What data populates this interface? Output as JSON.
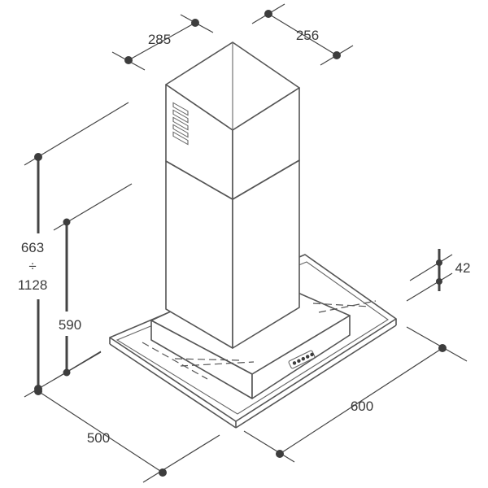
{
  "dimensions": {
    "chimney_width": "285",
    "chimney_depth": "256",
    "height_range_min": "663",
    "height_range_sep": "÷",
    "height_range_max": "1128",
    "lower_height": "590",
    "glass_thickness": "42",
    "hood_width": "600",
    "hood_depth": "500"
  },
  "colors": {
    "line": "#555555",
    "dimension": "#444444",
    "text": "#3a3a3a"
  }
}
